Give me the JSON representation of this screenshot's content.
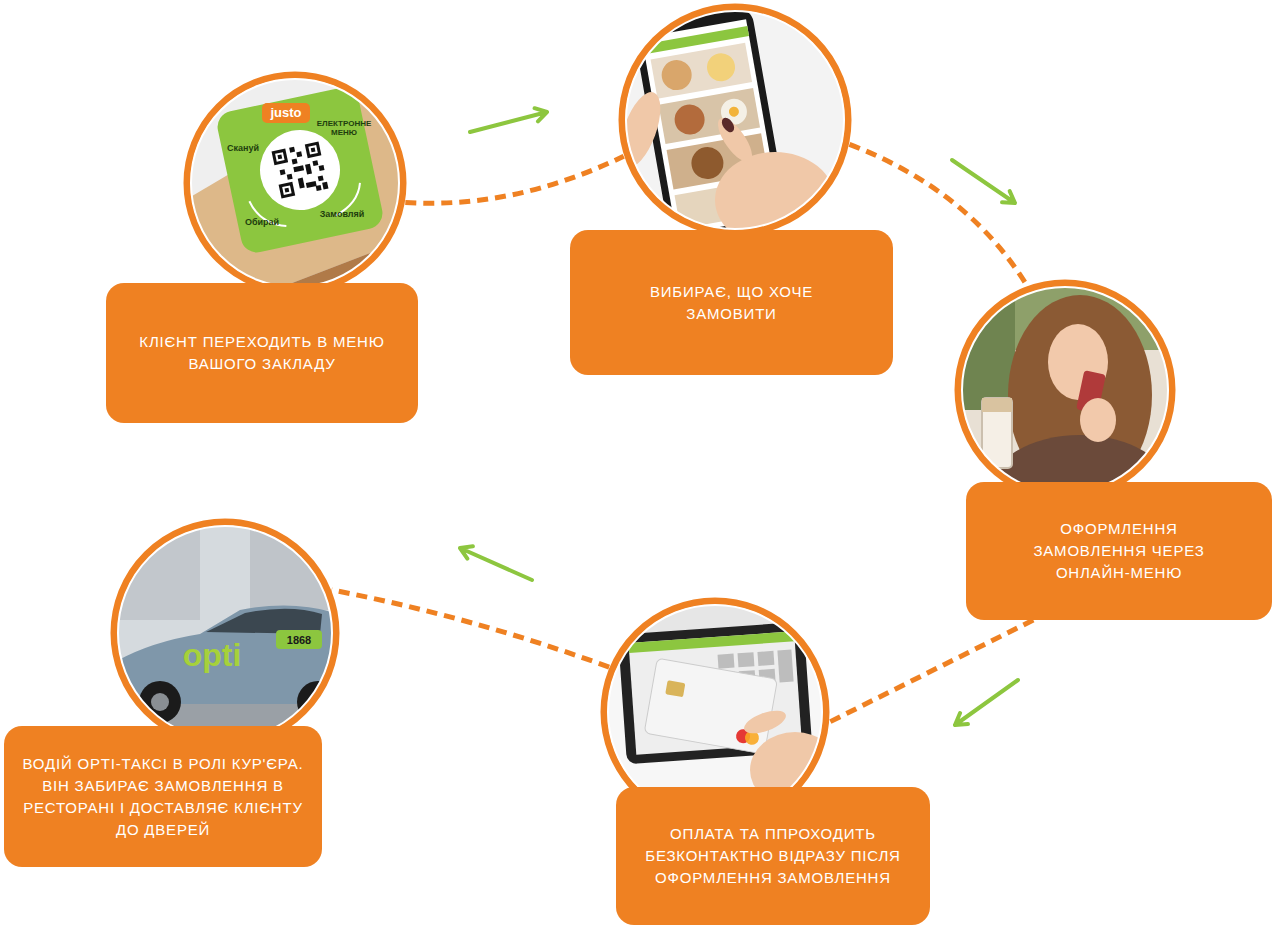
{
  "diagram": {
    "nodes": [
      {
        "text": [
          "КЛІЄНТ ПЕРЕХОДИТЬ В МЕНЮ ВАШОГО ЗАКЛАДУ"
        ]
      },
      {
        "text": [
          "ВИБИРАЄ, ЩО ХОЧЕ ЗАМОВИТИ"
        ]
      },
      {
        "text": [
          "ОФОРМЛЕННЯ ЗАМОВЛЕННЯ ЧЕРЕЗ ОНЛАЙН-МЕНЮ"
        ]
      },
      {
        "text": [
          "ОПЛАТА ТА ППРОХОДИТЬ БЕЗКОНТАКТНО ВІДРАЗУ ПІСЛЯ ОФОРМЛЕННЯ ЗАМОВЛЕННЯ"
        ]
      },
      {
        "text": [
          "ВОДІЙ OPTI-ТАКСІ В РОЛІ КУР'ЄРА. ВІН ЗАБИРАЄ ЗАМОВЛЕННЯ В РЕСТОРАНІ І ДОСТАВЛЯЄ КЛІЄНТУ ДО ДВЕРЕЙ"
        ]
      }
    ],
    "edges": [
      {
        "from": 0,
        "to": 1,
        "arrow": "to"
      },
      {
        "from": 1,
        "to": 2,
        "arrow": "to"
      },
      {
        "from": 2,
        "to": 3,
        "arrow": "to"
      },
      {
        "from": 3,
        "to": 4,
        "arrow": "to"
      }
    ],
    "labels": [
      "justo",
      "ЕЛЕКТРОННЕ МЕНЮ",
      "Скануй",
      "Обирай",
      "Замовляй",
      "opti",
      "1868"
    ]
  }
}
